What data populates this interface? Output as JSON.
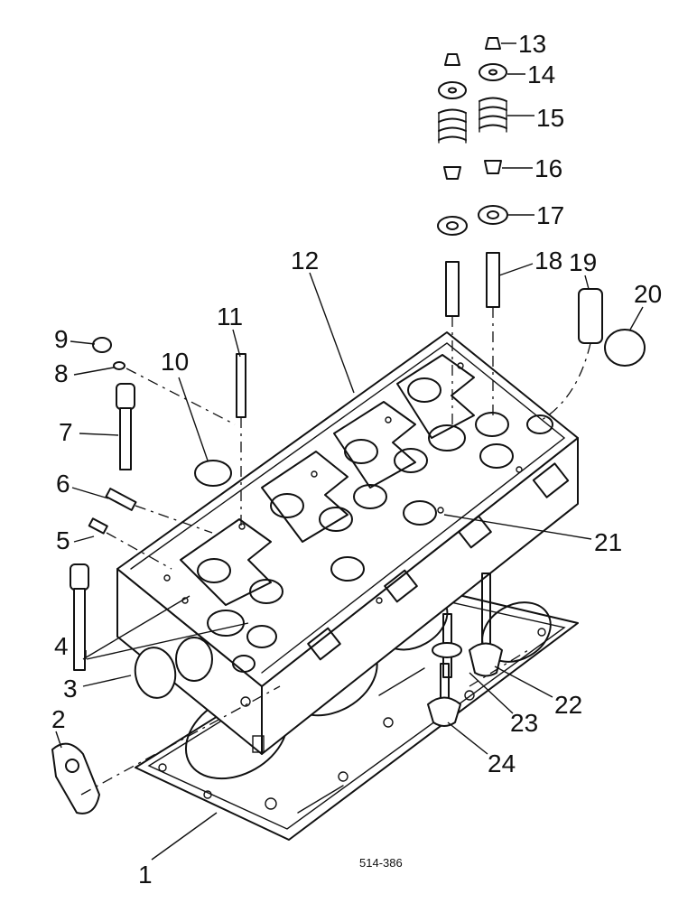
{
  "drawing_reference": "514-386",
  "callouts": [
    "1",
    "2",
    "3",
    "4",
    "5",
    "6",
    "7",
    "8",
    "9",
    "10",
    "11",
    "12",
    "13",
    "14",
    "15",
    "16",
    "17",
    "18",
    "19",
    "20",
    "21",
    "22",
    "23",
    "24"
  ]
}
